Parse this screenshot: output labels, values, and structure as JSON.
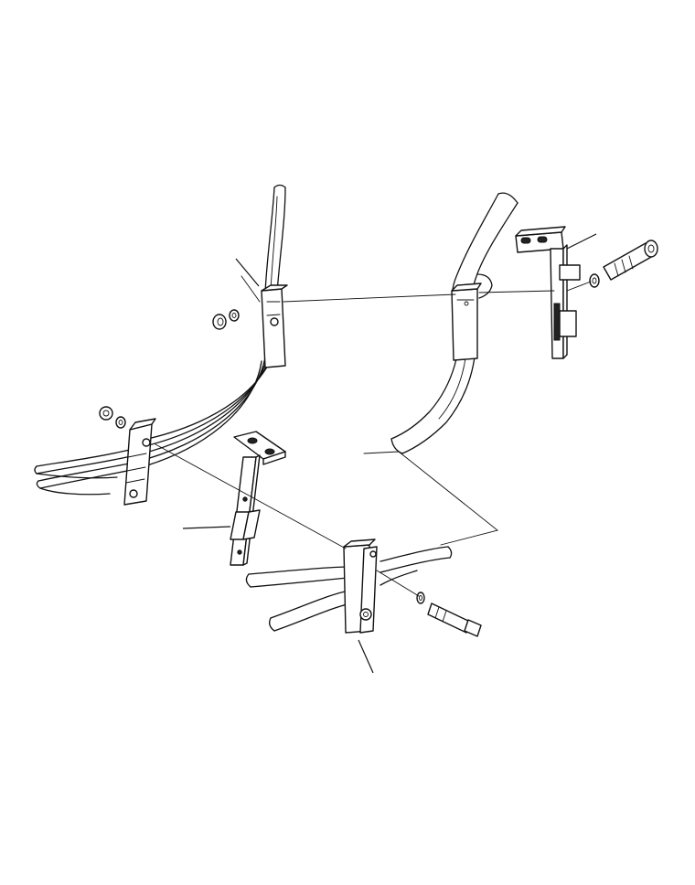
{
  "diagram": {
    "type": "exploded-parts-drawing",
    "labels": [],
    "callouts": [
      {
        "id": "callout-upper-left-clamp"
      },
      {
        "id": "callout-right-bracket"
      },
      {
        "id": "callout-center-bracket"
      },
      {
        "id": "callout-lower-clamp"
      }
    ]
  }
}
